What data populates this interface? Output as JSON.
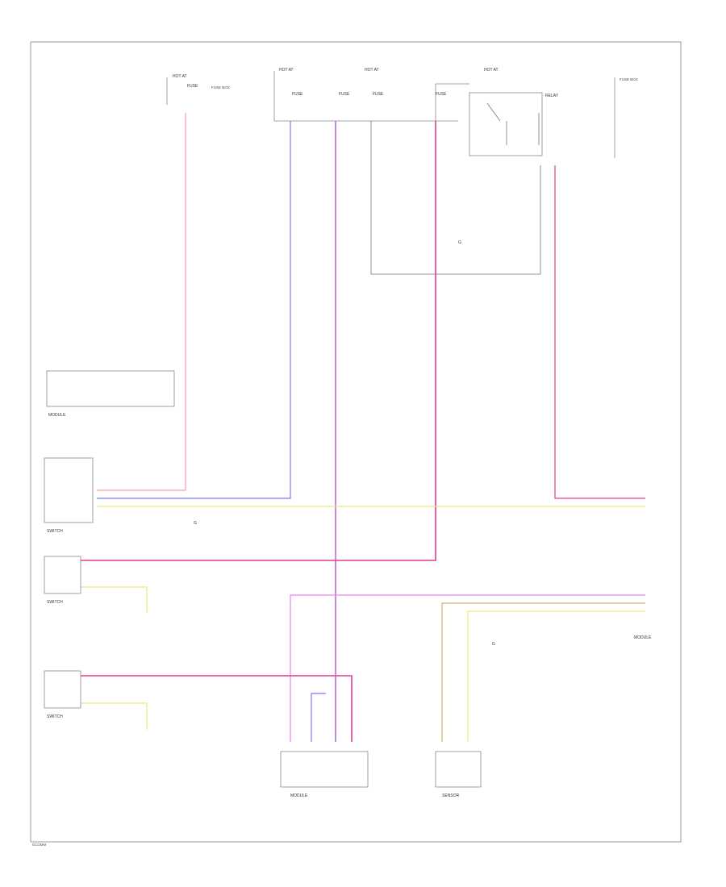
{
  "labels": {
    "fuse_box_1": "FUSE BOX",
    "fuse_box_2": "FUSE BOX",
    "hot_at_1": "HOT AT",
    "hot_at_2": "HOT AT",
    "hot_at_3": "HOT AT",
    "hot_at_4": "HOT AT",
    "fuse_1": "FUSE",
    "fuse_2": "FUSE",
    "fuse_3": "FUSE",
    "fuse_4": "FUSE",
    "fuse_5": "FUSE",
    "relay": "RELAY",
    "ground_1": "G",
    "ground_2": "G",
    "ground_3": "G",
    "module_1": "MODULE",
    "module_2": "SWITCH",
    "module_3": "SWITCH",
    "module_4": "SWITCH",
    "module_5": "MODULE",
    "module_6": "SENSOR",
    "module_7": "MODULE",
    "footer_code": "ECOMM"
  },
  "colors": {
    "red_wire": "#ff9aaa",
    "pink_wire": "#e8398f",
    "blue_wire": "#7b78f5",
    "purple_wire": "#a23ad6",
    "magenta_wire": "#ee82ee",
    "yellow_wire": "#f0e87a",
    "tan_wire": "#d4b36a",
    "black_wire": "#666666"
  }
}
